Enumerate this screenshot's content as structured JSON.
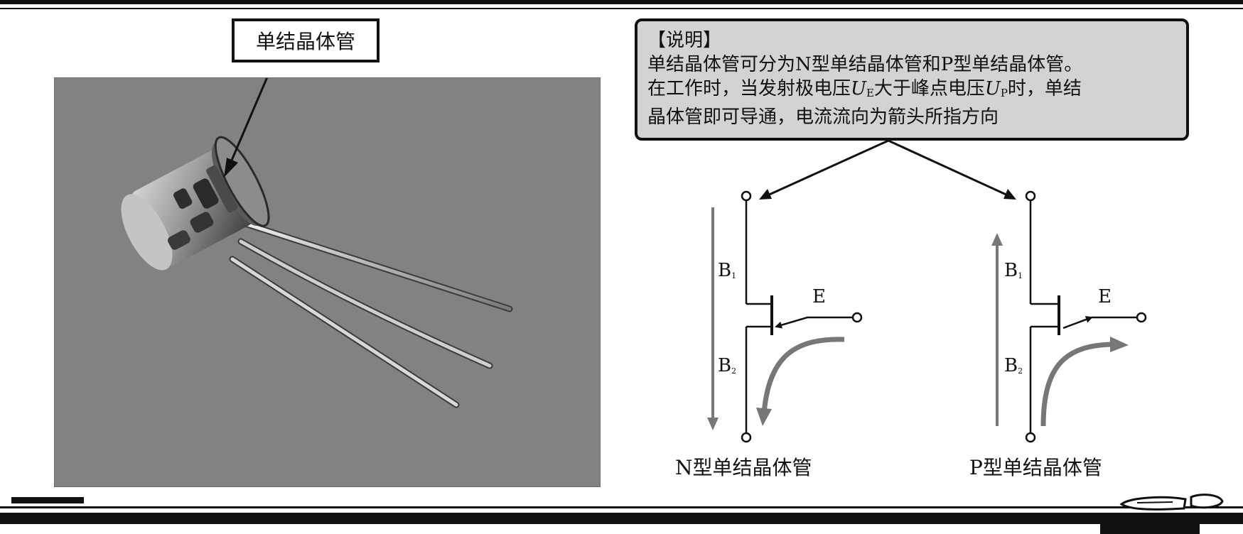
{
  "photo": {
    "callout": "单结晶体管"
  },
  "note": {
    "title": "【说明】",
    "line1": "单结晶体管可分为N型单结晶体管和P型单结晶体管。",
    "line2_a": "在工作时，当发射极电压",
    "line2_ue": "U",
    "line2_ue_sub": "E",
    "line2_b": "大于峰点电压",
    "line2_up": "U",
    "line2_up_sub": "P",
    "line2_c": "时，单结",
    "line3": "晶体管即可导通，电流流向为箭头所指方向"
  },
  "n_type": {
    "caption": "N型单结晶体管",
    "b1": "B",
    "b1_sub": "1",
    "b2": "B",
    "b2_sub": "2",
    "e": "E"
  },
  "p_type": {
    "caption": "P型单结晶体管",
    "b1": "B",
    "b1_sub": "1",
    "b2": "B",
    "b2_sub": "2",
    "e": "E"
  },
  "colors": {
    "line": "#111111",
    "flow_arrow": "#777777",
    "note_bg": "#d3d3d3",
    "photo_bg": "#828282"
  }
}
